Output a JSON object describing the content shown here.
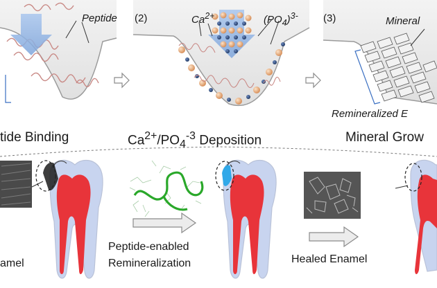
{
  "top": {
    "steps": [
      {
        "number": "",
        "caption": "tide Binding",
        "callout": "Peptide"
      },
      {
        "number": "(2)",
        "caption_html": "Ca<sup>2+</sup>/PO<sub>4</sub><sup>-3</sup> Deposition",
        "callouts_html": [
          "Ca<sup>2+</sup>",
          "(PO<sub>4</sub>)<sup>3-</sup>"
        ]
      },
      {
        "number": "(3)",
        "caption": "Mineral Grow",
        "callout": "Mineral",
        "bracket_label": "Remineralized E"
      }
    ]
  },
  "bottom": {
    "labels": {
      "left_partial": "amel",
      "process_line1": "Peptide-enabled",
      "process_line2": "Remineralization",
      "healed": "Healed Enamel"
    }
  },
  "colors": {
    "blue_arrow": "#8fb3e3",
    "peptide": "#c98a86",
    "ca_ion": "#e2a77a",
    "po4_ion": "#2e4a7a",
    "pulp": "#e8343a",
    "dentin": "#c8d4ef",
    "enamel_line": "#b9c2d8"
  }
}
